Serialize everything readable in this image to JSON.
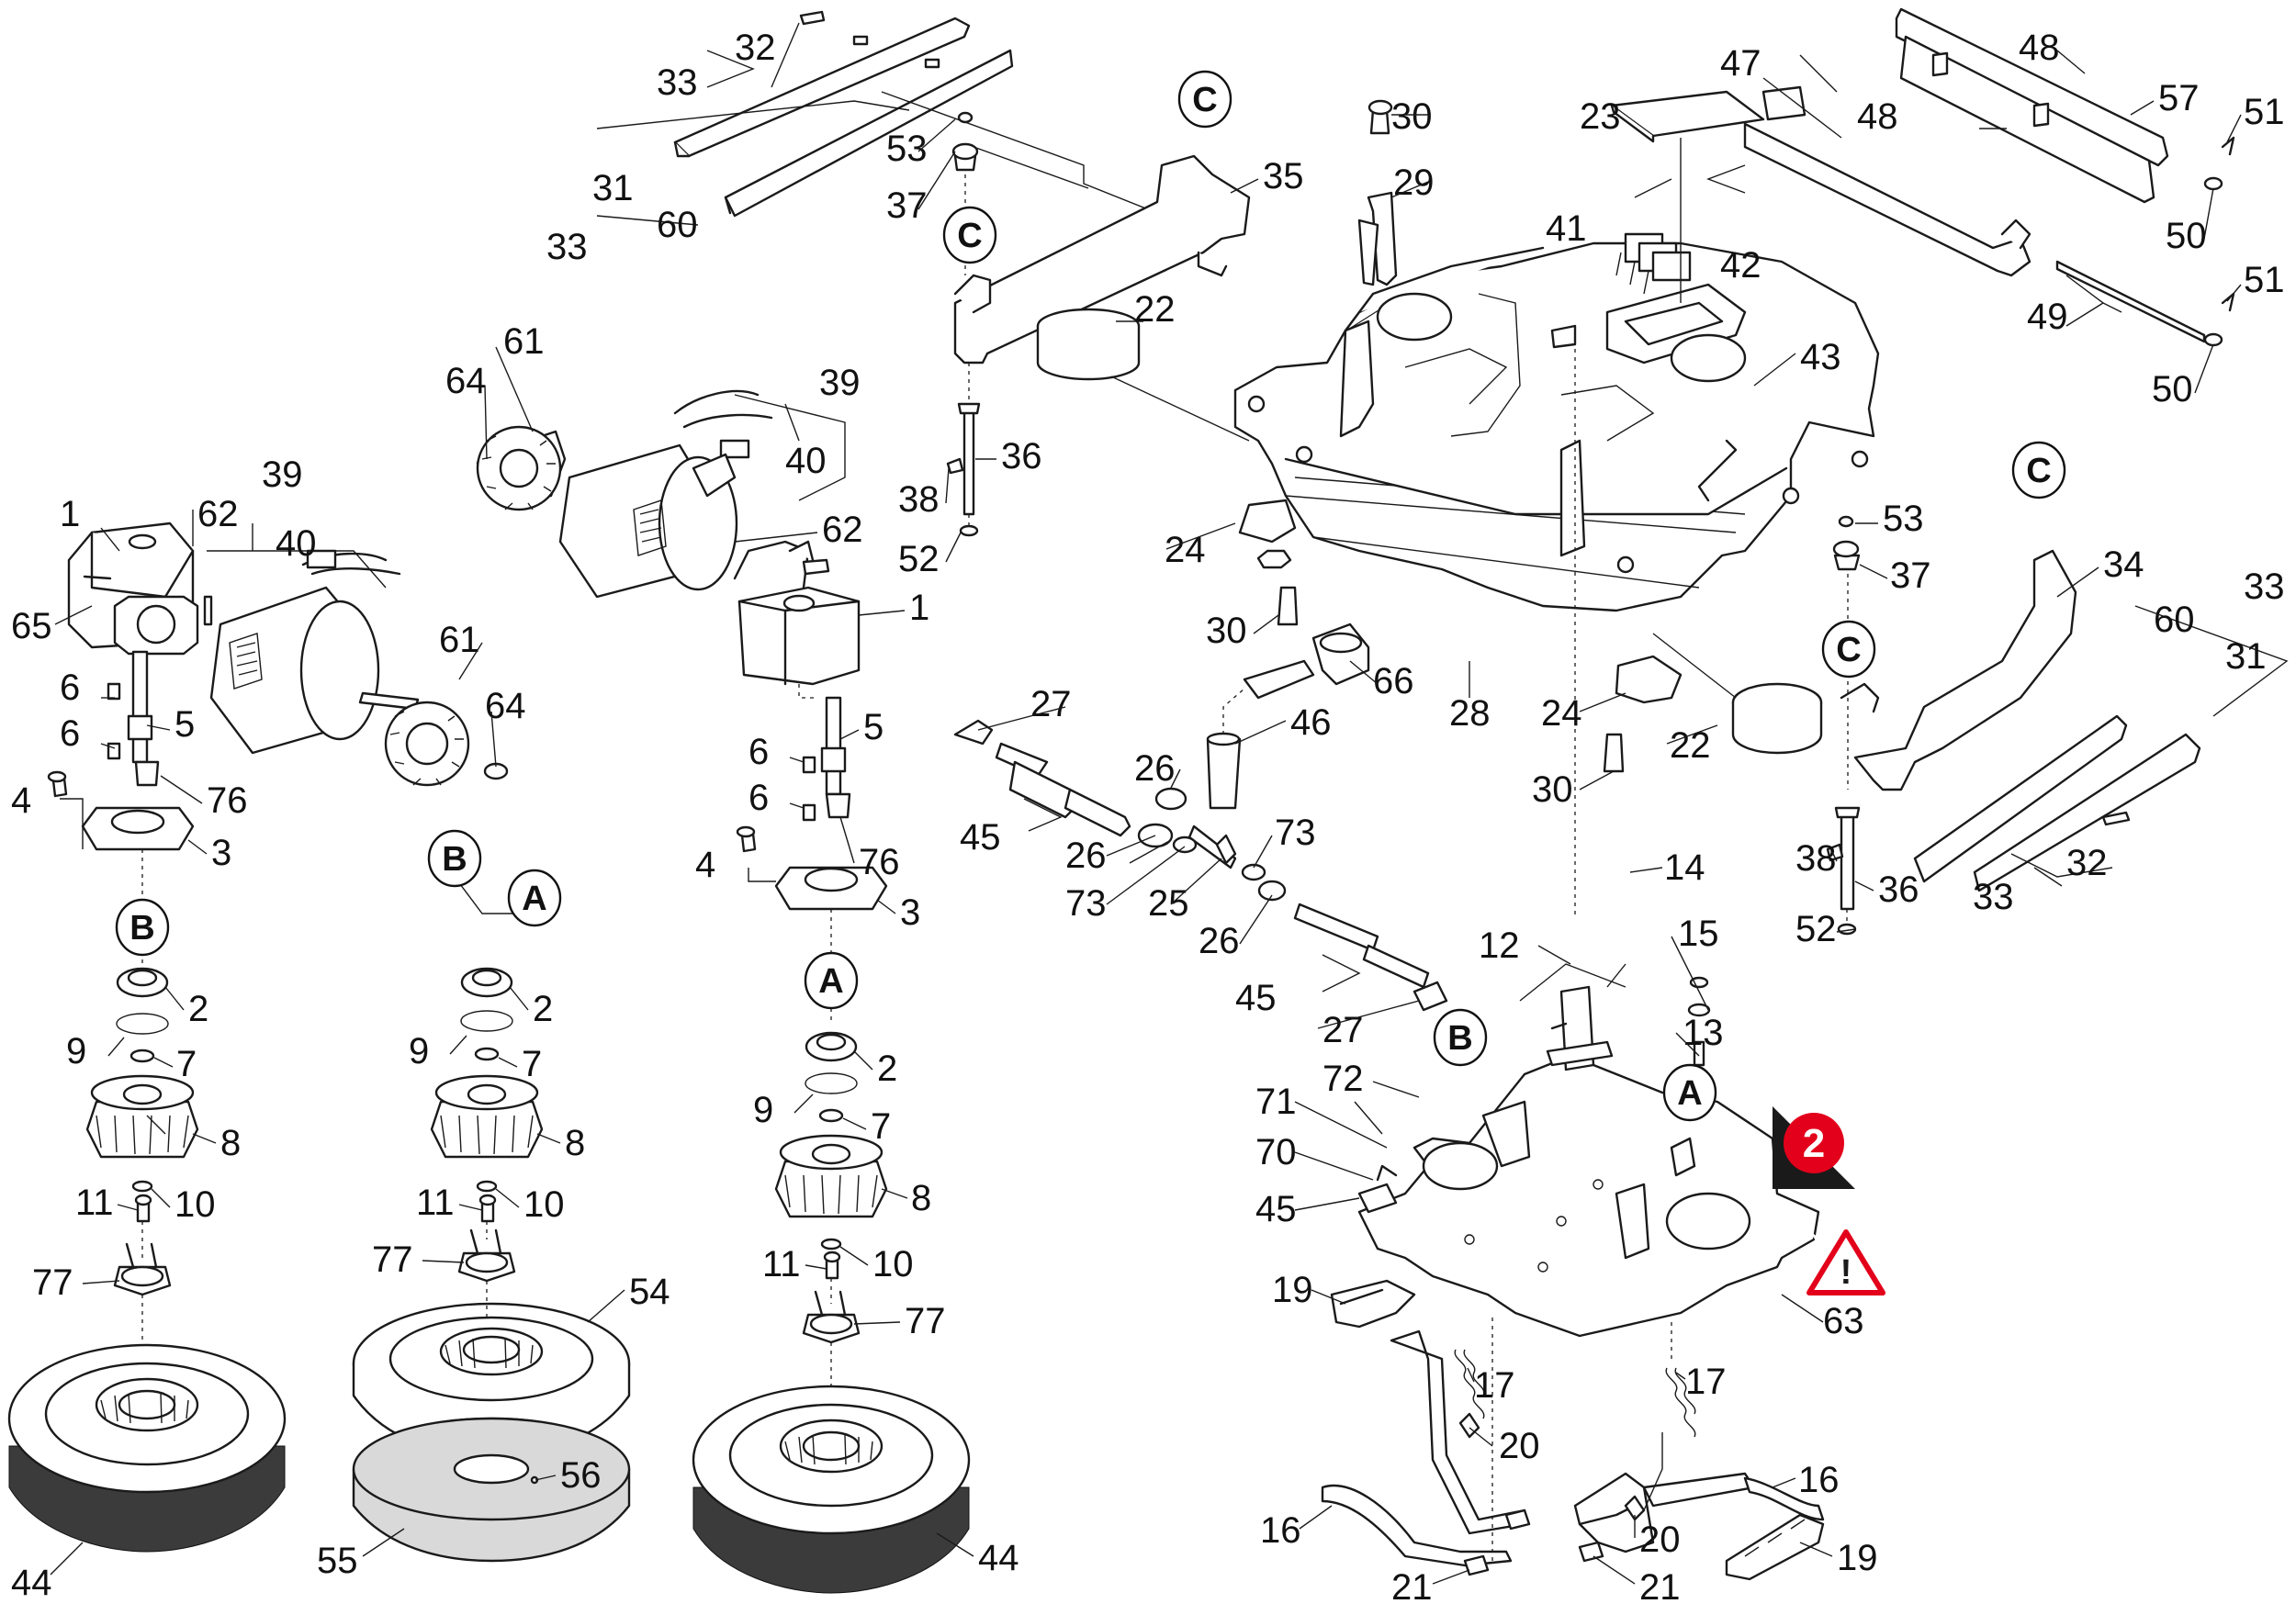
{
  "labels": {
    "n1a": "1",
    "n1b": "1",
    "n2a": "2",
    "n2b": "2",
    "n2c": "2",
    "n3a": "3",
    "n3b": "3",
    "n4a": "4",
    "n4b": "4",
    "n5a": "5",
    "n5b": "5",
    "n6a": "6",
    "n6b": "6",
    "n6c": "6",
    "n6d": "6",
    "n7a": "7",
    "n7b": "7",
    "n7c": "7",
    "n8a": "8",
    "n8b": "8",
    "n8c": "8",
    "n9a": "9",
    "n9b": "9",
    "n9c": "9",
    "n10a": "10",
    "n10b": "10",
    "n10c": "10",
    "n11a": "11",
    "n11b": "11",
    "n11c": "11",
    "n12": "12",
    "n13": "13",
    "n14": "14",
    "n15": "15",
    "n16a": "16",
    "n16b": "16",
    "n17a": "17",
    "n17b": "17",
    "n19a": "19",
    "n19b": "19",
    "n20a": "20",
    "n20b": "20",
    "n21a": "21",
    "n21b": "21",
    "n22a": "22",
    "n22b": "22",
    "n23": "23",
    "n24a": "24",
    "n24b": "24",
    "n25": "25",
    "n26a": "26",
    "n26b": "26",
    "n26c": "26",
    "n27a": "27",
    "n27b": "27",
    "n28": "28",
    "n29": "29",
    "n30a": "30",
    "n30b": "30",
    "n30c": "30",
    "n31a": "31",
    "n31b": "31",
    "n32a": "32",
    "n32b": "32",
    "n33a": "33",
    "n33b": "33",
    "n33c": "33",
    "n33d": "33",
    "n34": "34",
    "n35": "35",
    "n36a": "36",
    "n36b": "36",
    "n37a": "37",
    "n37b": "37",
    "n38a": "38",
    "n38b": "38",
    "n39a": "39",
    "n39b": "39",
    "n40a": "40",
    "n40b": "40",
    "n41": "41",
    "n42": "42",
    "n43": "43",
    "n44a": "44",
    "n44b": "44",
    "n45a": "45",
    "n45b": "45",
    "n45c": "45",
    "n46": "46",
    "n47": "47",
    "n48a": "48",
    "n48b": "48",
    "n49": "49",
    "n50a": "50",
    "n50b": "50",
    "n51a": "51",
    "n51b": "51",
    "n52a": "52",
    "n52b": "52",
    "n53a": "53",
    "n53b": "53",
    "n54": "54",
    "n55": "55",
    "n56": "56",
    "n57": "57",
    "n60a": "60",
    "n60b": "60",
    "n61a": "61",
    "n61b": "61",
    "n62a": "62",
    "n62b": "62",
    "n63": "63",
    "n64a": "64",
    "n64b": "64",
    "n65": "65",
    "n66": "66",
    "n70": "70",
    "n71": "71",
    "n72": "72",
    "n73a": "73",
    "n73b": "73",
    "n76a": "76",
    "n76b": "76",
    "n77a": "77",
    "n77b": "77",
    "n77c": "77"
  },
  "badges": {
    "A1": "A",
    "A2": "A",
    "A3": "A",
    "B1": "B",
    "B2": "B",
    "B3": "B",
    "C1": "C",
    "C2": "C",
    "C3": "C",
    "C4": "C"
  },
  "markers": {
    "page_ref": "2",
    "warning": "!"
  },
  "colors": {
    "line": "#1a1a1a",
    "marker_red": "#e3001b",
    "fill_light": "#ececec"
  }
}
